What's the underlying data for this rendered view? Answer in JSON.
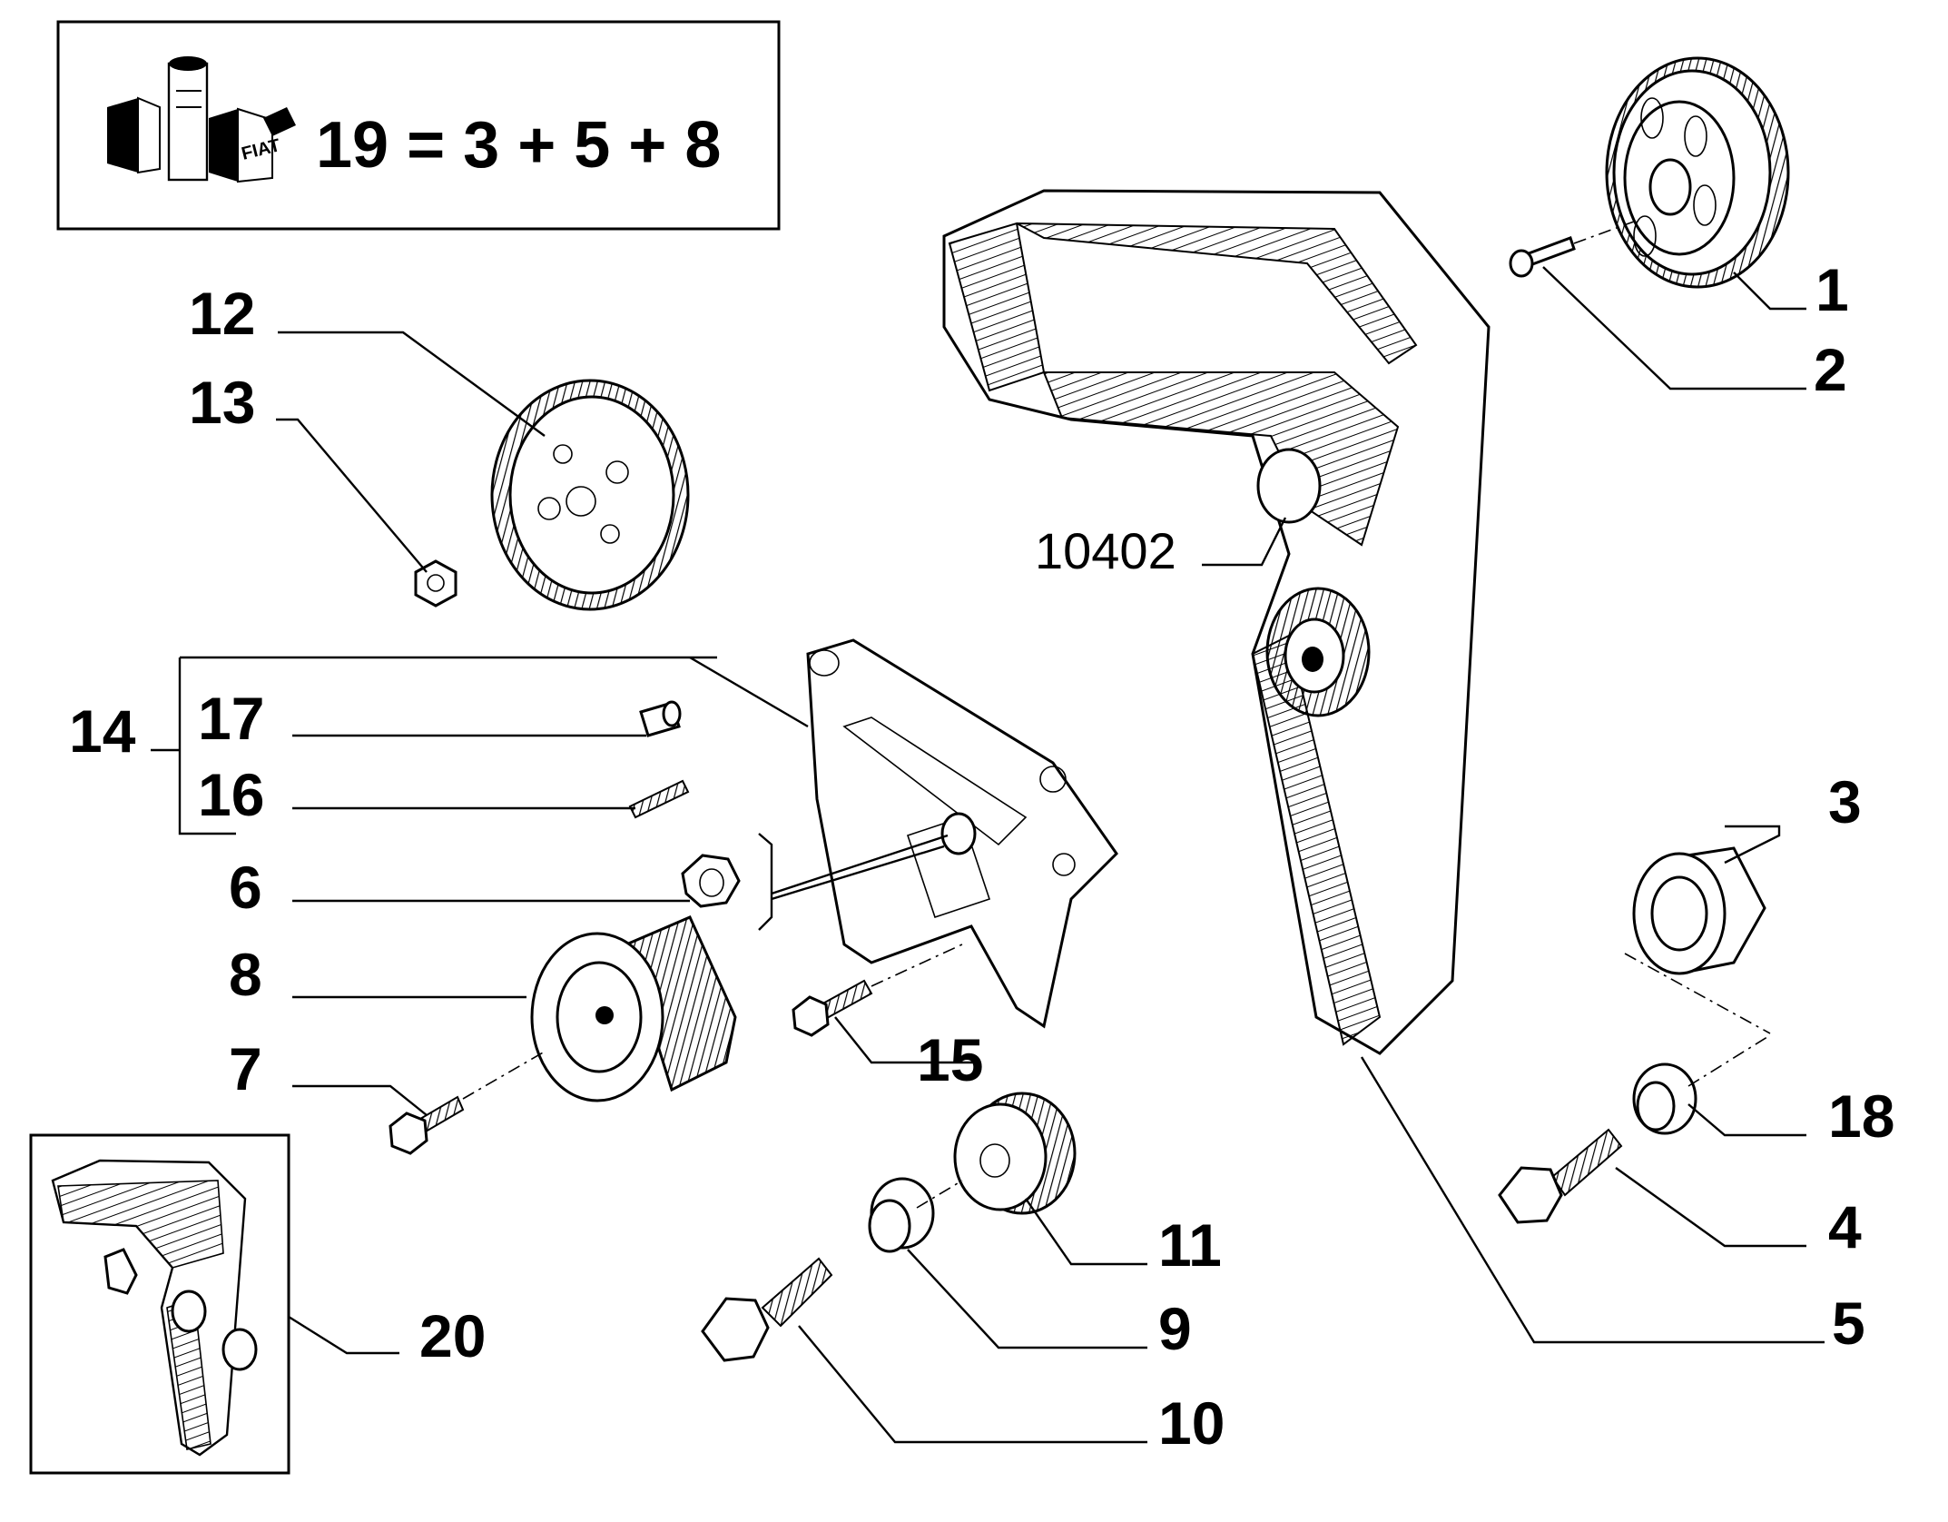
{
  "formula_box": {
    "logo_text": "FIAT",
    "equation": "19 = 3 + 5 + 8"
  },
  "callouts": {
    "p1": "1",
    "p2": "2",
    "p3": "3",
    "p4": "4",
    "p5": "5",
    "p6": "6",
    "p7": "7",
    "p8": "8",
    "p9": "9",
    "p10": "10",
    "p11": "11",
    "p12": "12",
    "p13": "13",
    "p14": "14",
    "p15": "15",
    "p16": "16",
    "p17": "17",
    "p18": "18",
    "p20": "20",
    "belt": "10402"
  }
}
